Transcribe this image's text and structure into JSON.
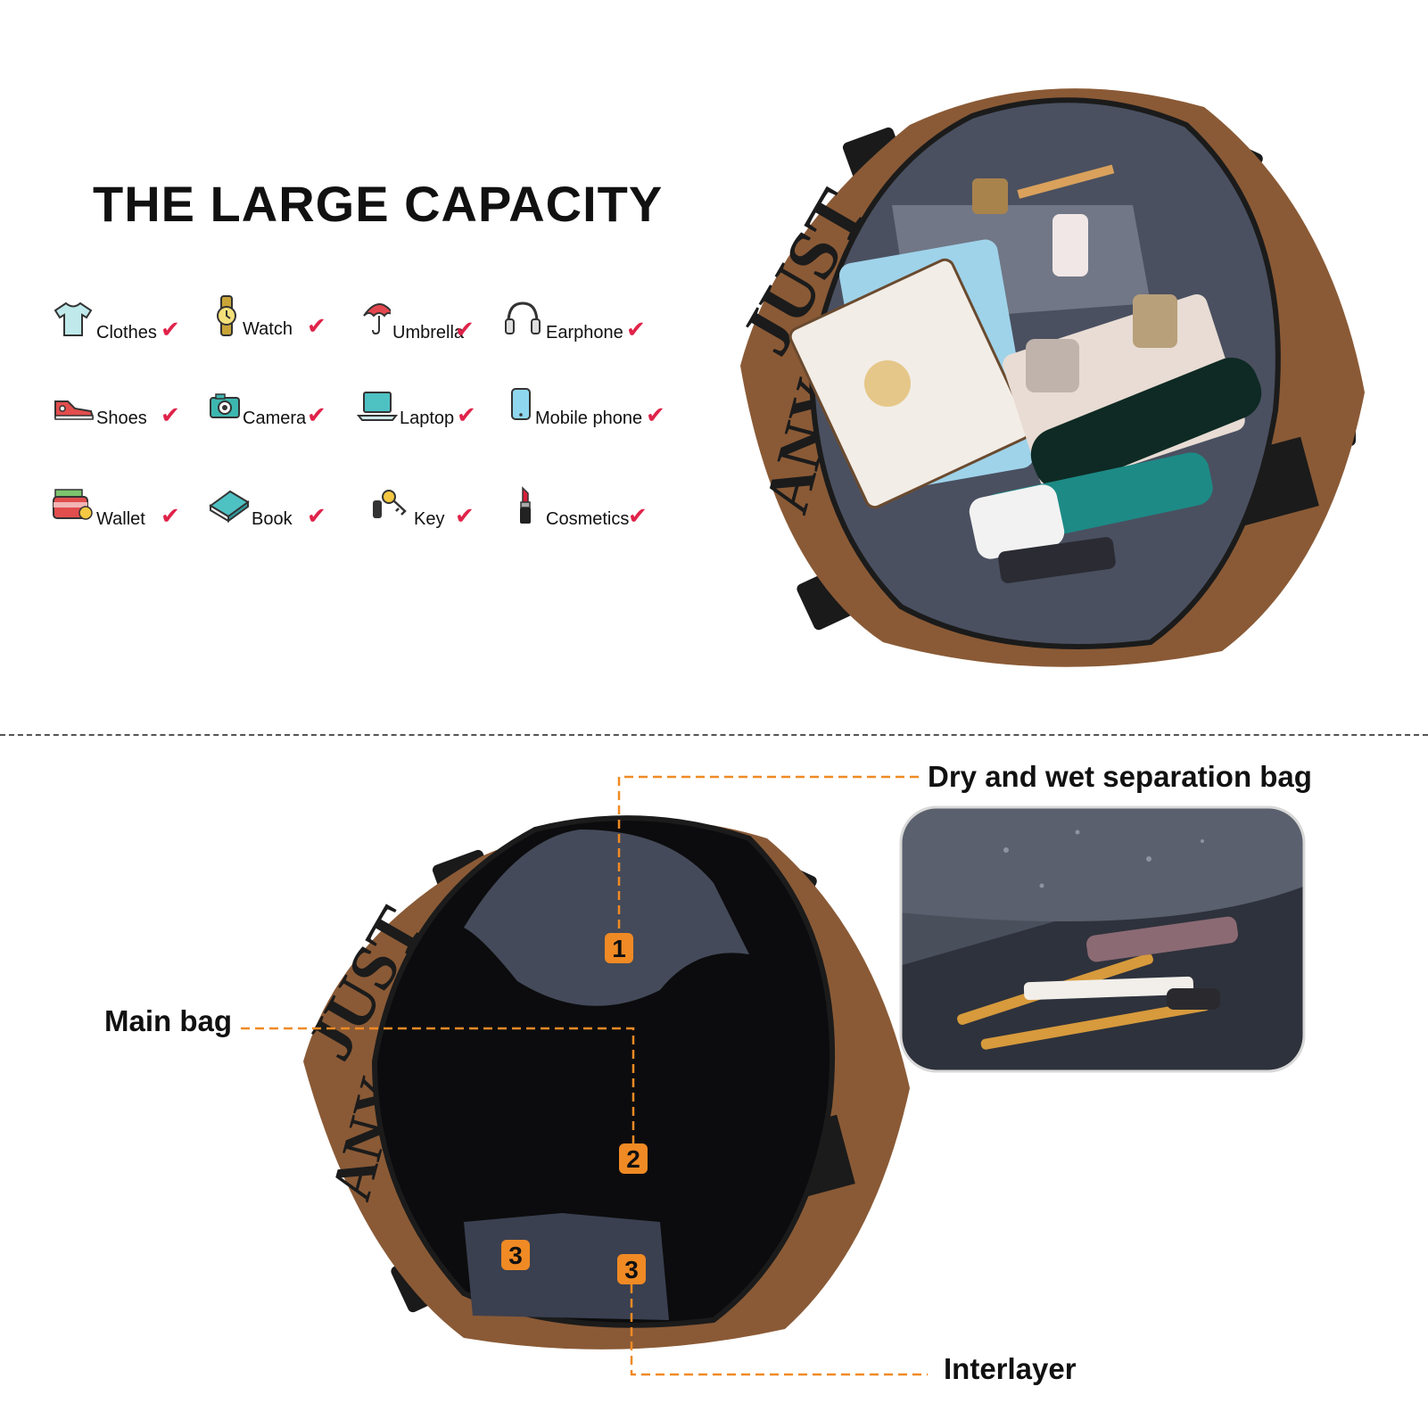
{
  "title": "THE LARGE CAPACITY",
  "items": [
    {
      "label": "Clothes",
      "icon": "tshirt-icon"
    },
    {
      "label": "Watch",
      "icon": "watch-icon"
    },
    {
      "label": "Umbrella",
      "icon": "umbrella-icon"
    },
    {
      "label": "Earphone",
      "icon": "headphones-icon"
    },
    {
      "label": "Shoes",
      "icon": "sneaker-icon"
    },
    {
      "label": "Camera",
      "icon": "camera-icon"
    },
    {
      "label": "Laptop",
      "icon": "laptop-icon"
    },
    {
      "label": "Mobile phone",
      "icon": "mobile-phone-icon"
    },
    {
      "label": "Wallet",
      "icon": "wallet-icon"
    },
    {
      "label": "Book",
      "icon": "book-icon"
    },
    {
      "label": "Key",
      "icon": "key-icon"
    },
    {
      "label": "Cosmetics",
      "icon": "lipstick-icon"
    }
  ],
  "check_mark": "✔",
  "callouts": {
    "dry_wet": "Dry and wet separation bag",
    "main_bag": "Main bag",
    "interlayer": "Interlayer"
  },
  "markers": [
    "1",
    "2",
    "3",
    "3"
  ],
  "colors": {
    "accent_orange": "#f08a24",
    "check_red": "#e0234a",
    "bag_brown": "#8a5a36",
    "lining_grey": "#4a5060"
  }
}
